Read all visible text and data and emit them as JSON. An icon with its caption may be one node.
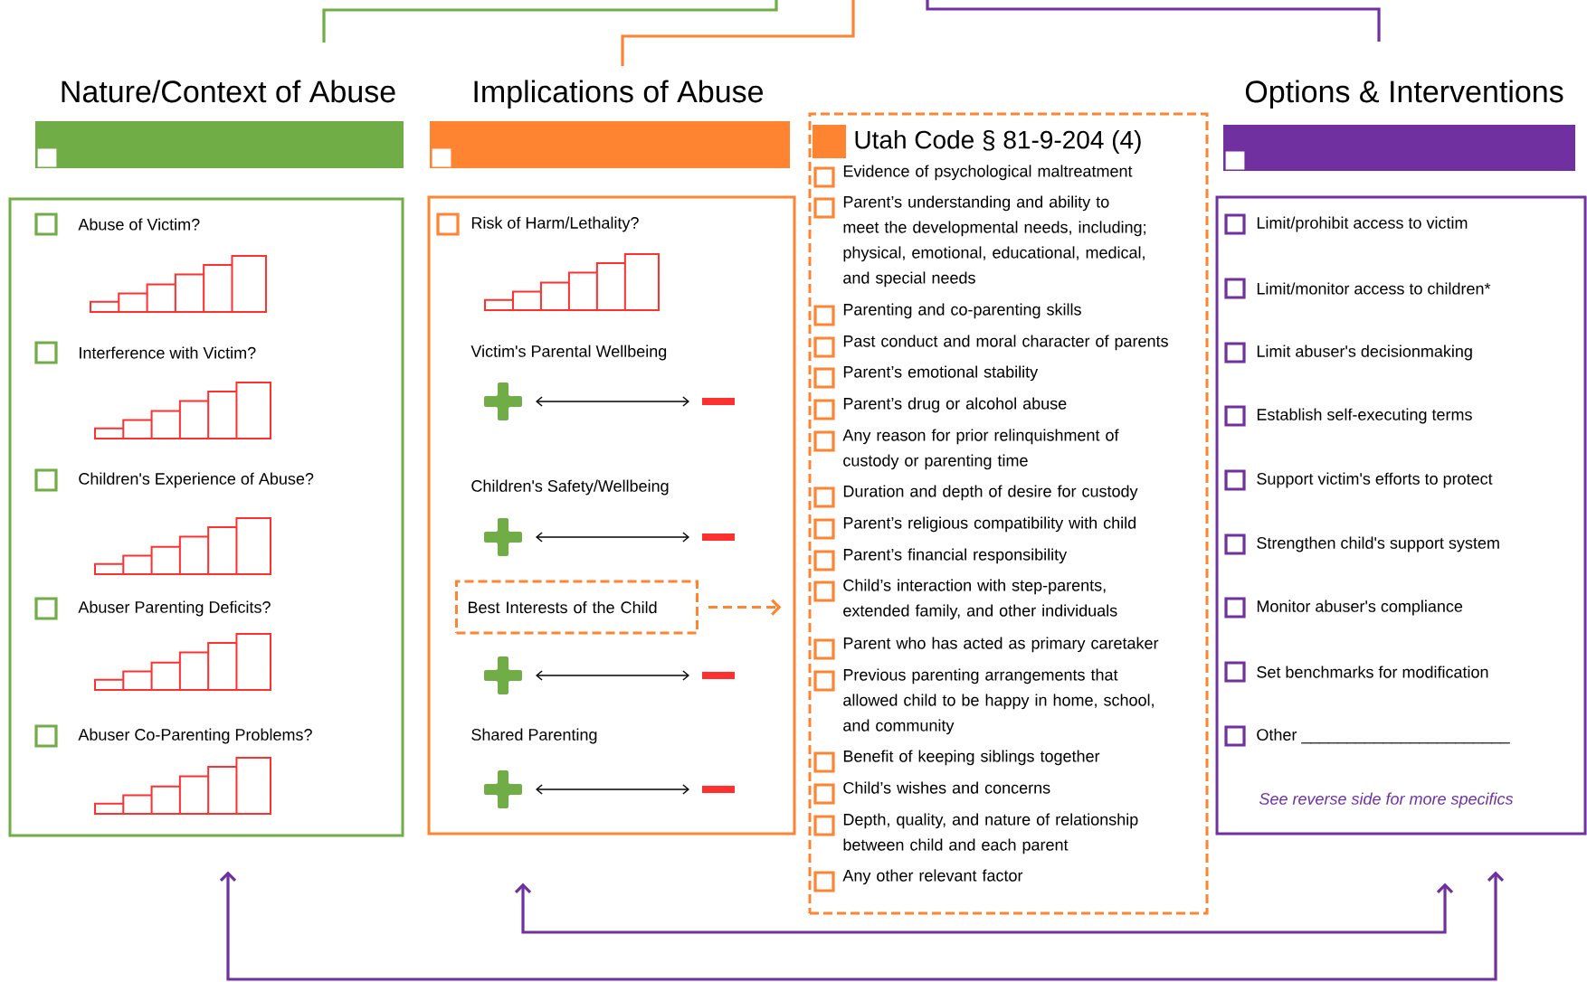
{
  "diagram": {
    "nodes": [
      {
        "text": [
          "Nature/Context of Abuse"
        ]
      },
      {
        "text": [
          "Implications of Abuse"
        ]
      },
      {
        "text": [
          "Options & Interventions"
        ]
      },
      {
        "text": [
          "Abuse of Victim?",
          "Interference with Victim?",
          "Children's Experience of Abuse?",
          "Abuser Parenting Deficits?",
          "Abuser Co-Parenting Problems?"
        ]
      },
      {
        "text": [
          "Risk of Harm/Lethality?",
          "Victim's Parental Wellbeing",
          "Children's Safety/Wellbeing",
          "Shared Parenting"
        ]
      },
      {
        "text": [
          "Best Interests of the Child"
        ],
        "in": 4
      },
      {
        "text": [
          "Utah Code §  81-9-204 (4)",
          "Evidence of psychological maltreatment",
          "Parent’s understanding and ability to meet the developmental needs, including; physical, emotional, educational, medical, and special needs",
          "Parenting and co-parenting skills",
          "Past conduct and moral character of parents",
          "Parent’s emotional stability",
          "Parent’s drug or alcohol abuse",
          "Any reason for prior relinquishment of custody or parenting time",
          "Duration and depth of desire for custody",
          "Parent’s religious compatibility with child",
          "Parent’s financial responsibility",
          "Child’s interaction with step-parents, extended family, and other individuals",
          "Parent who has acted as primary caretaker",
          "Previous parenting arrangements that allowed child to be happy in home, school, and community",
          "Benefit of keeping siblings together",
          "Child’s wishes and concerns",
          "Depth, quality, and nature of relationship between child and each parent",
          "Any other relevant factor"
        ]
      },
      {
        "text": [
          "Limit/prohibit access to victim",
          "Limit/monitor access to children*",
          "Limit abuser's decisionmaking",
          "Establish self-executing terms",
          "Support victim's efforts to protect",
          "Strengthen child's support system",
          "Monitor abuser's compliance",
          "Set benchmarks for modification",
          "Other _______________________",
          "See reverse side for more specifics"
        ]
      }
    ],
    "edges": [
      {
        "from": null,
        "to": 0,
        "arrow": "none",
        "color": "#70ad47"
      },
      {
        "from": null,
        "to": 1,
        "arrow": "none",
        "color": "#ff8432"
      },
      {
        "from": null,
        "to": 2,
        "arrow": "none",
        "color": "#7030a0"
      },
      {
        "from": 5,
        "to": 6,
        "arrow": "to",
        "style": "dashed",
        "color": "#ff8432"
      },
      {
        "from": 3,
        "to": 7,
        "arrow": "both",
        "color": "#7030a0"
      },
      {
        "from": 4,
        "to": 7,
        "arrow": "both",
        "color": "#7030a0"
      }
    ]
  }
}
